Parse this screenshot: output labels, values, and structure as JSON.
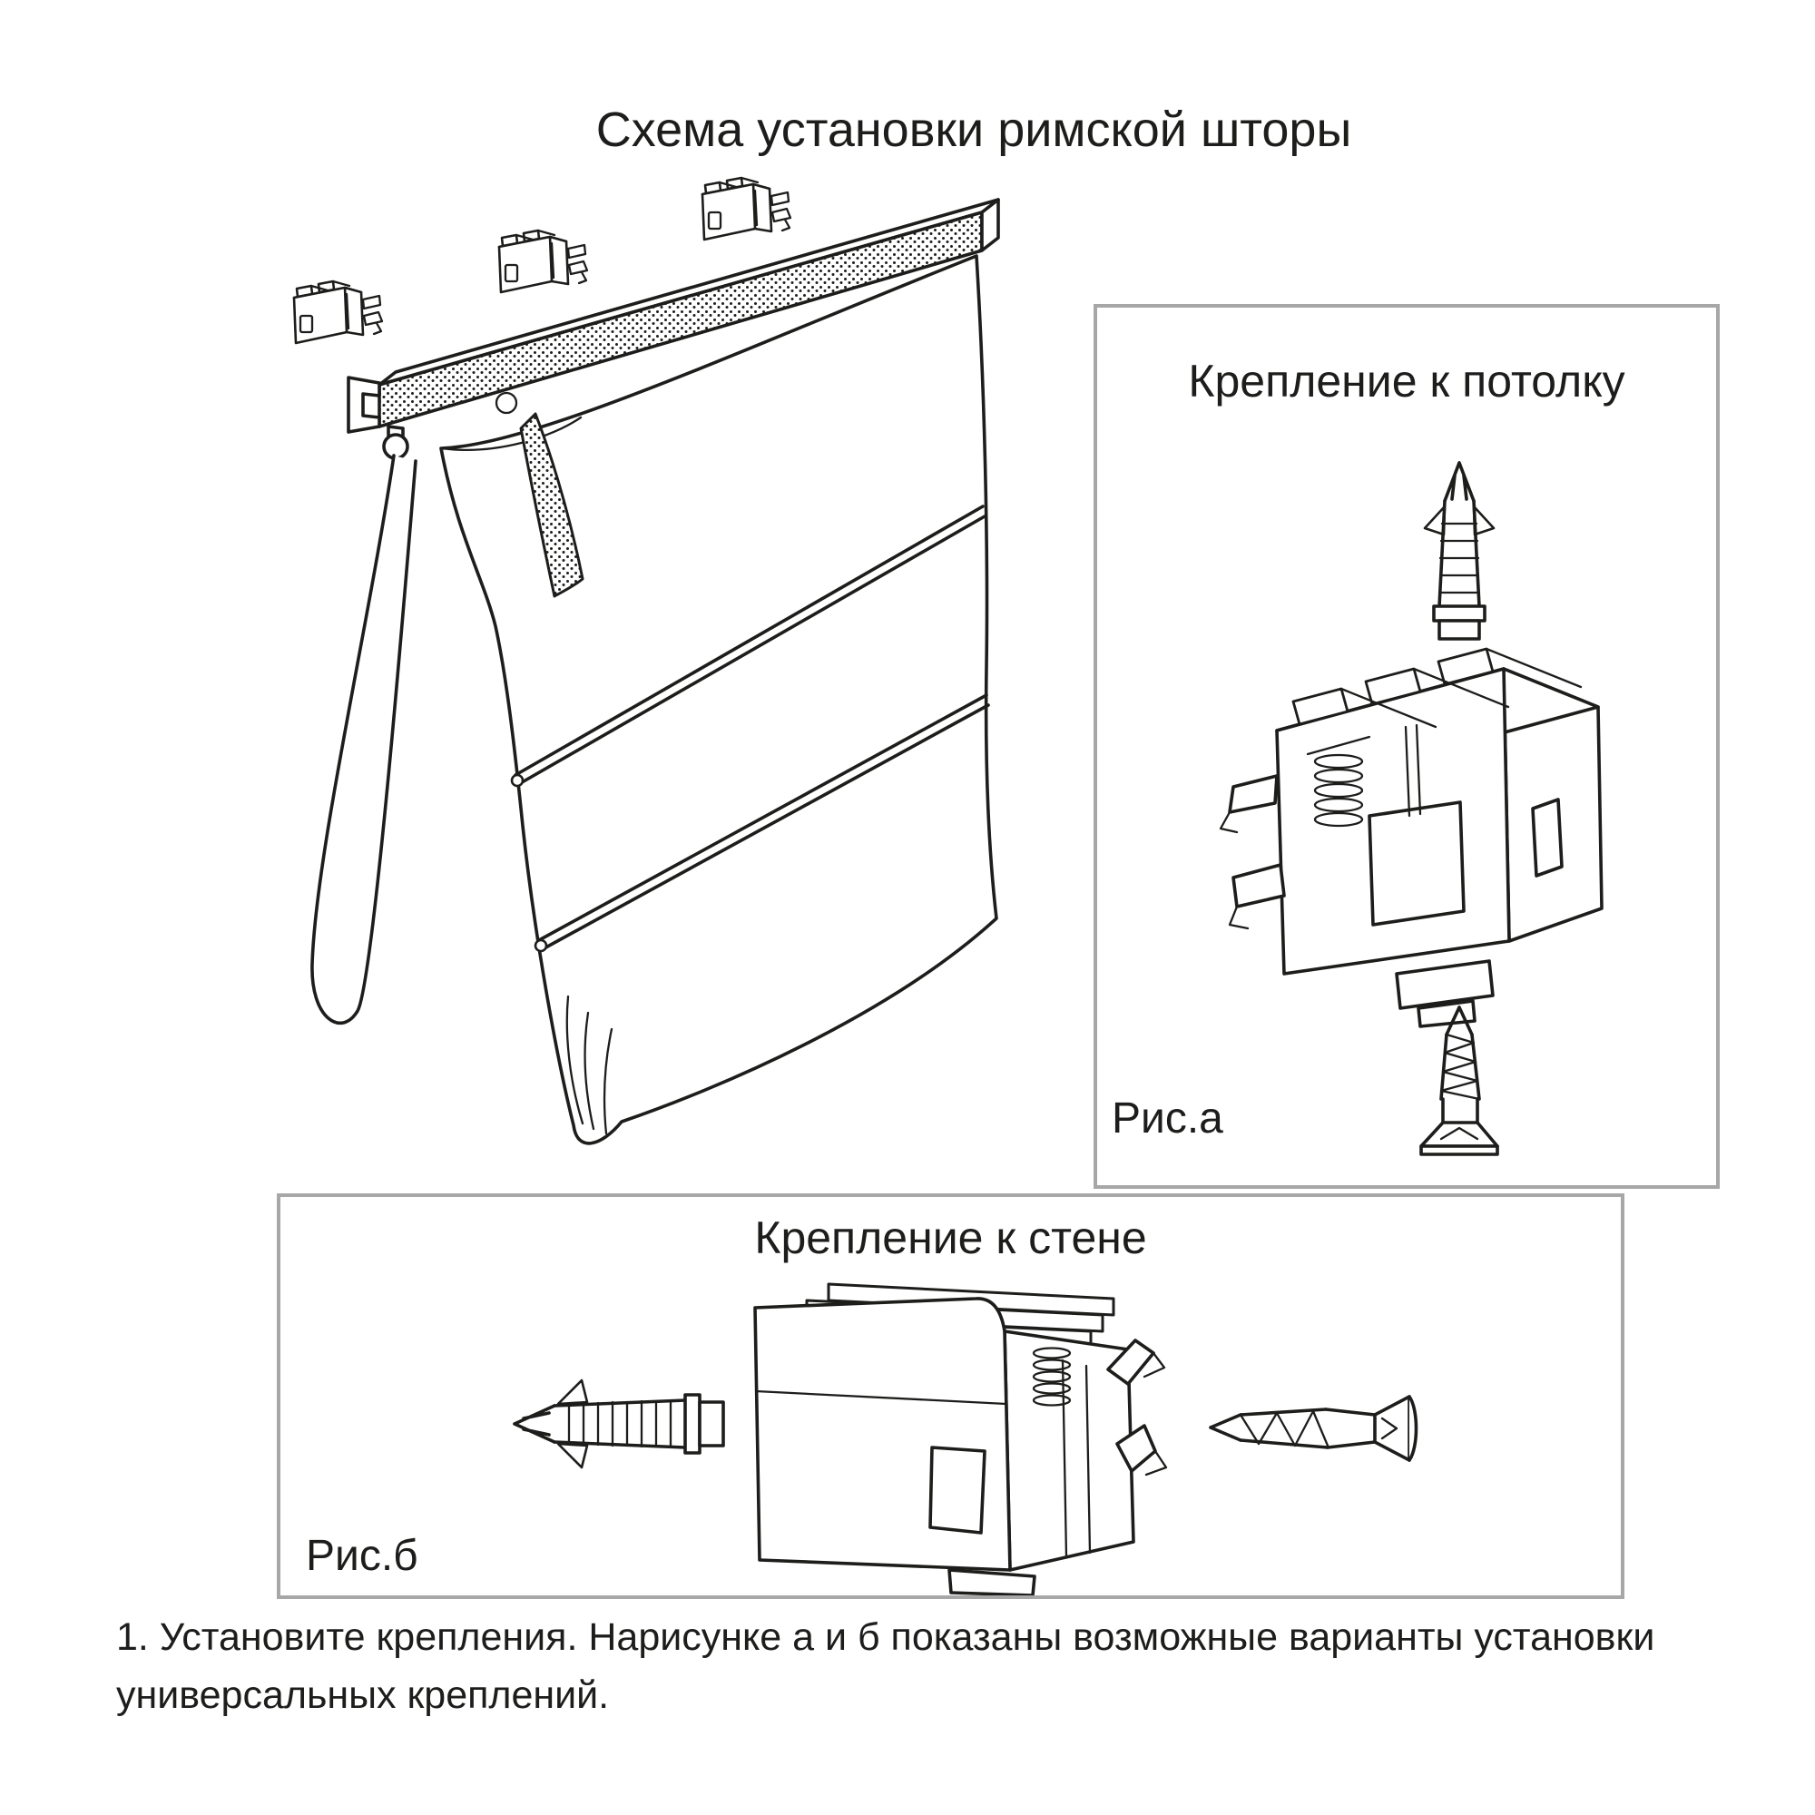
{
  "page": {
    "title": "Схема установки римской шторы",
    "background_color": "#ffffff",
    "line_color": "#1d1d1b",
    "frame_border_color": "#a7a7a7"
  },
  "figure_a": {
    "title": "Крепление к потолку",
    "label": "Рис.а",
    "drawings": [
      "wall-plug-dowel-icon",
      "universal-mounting-bracket-icon",
      "screw-icon"
    ]
  },
  "figure_b": {
    "title": "Крепление к стене",
    "label": "Рис.б",
    "drawings": [
      "wall-plug-dowel-icon",
      "universal-mounting-bracket-icon",
      "screw-icon"
    ]
  },
  "main_figure": {
    "drawings": [
      "mounting-bracket-icon",
      "headrail-icon",
      "cord-loop-icon",
      "roman-shade-fabric-icon"
    ]
  },
  "caption": {
    "line1": "1. Установите крепления. Нарисунке а и б показаны возможные варианты установки",
    "line2": "универсальных креплений."
  }
}
